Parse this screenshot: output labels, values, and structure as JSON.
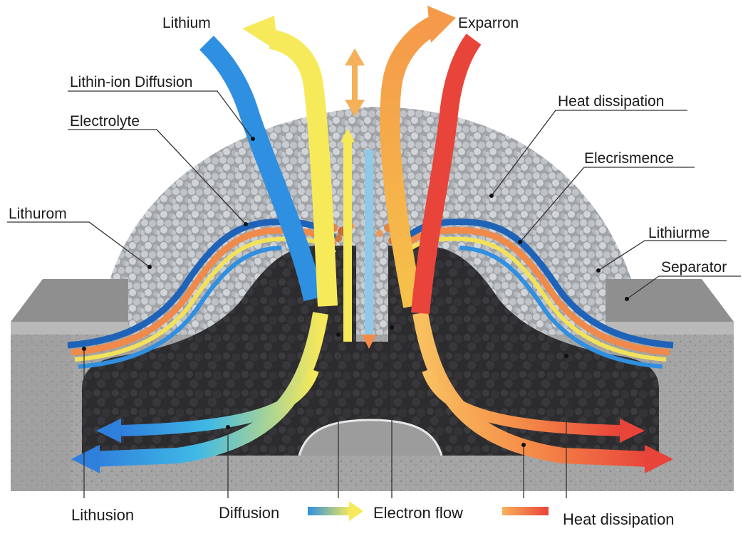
{
  "labels": {
    "top_left_lithium": "Lithium",
    "top_right_exparron": "Exparron",
    "lithin_ion_diffusion": "Lithin-ion Diffusion",
    "electrolyte": "Electrolyte",
    "lithurom": "Lithurom",
    "heat_dissipation_top": "Heat dissipation",
    "elecrismence": "Elecrismence",
    "lithiurme": "Lithiurme",
    "separator": "Separator"
  },
  "legend": {
    "lithusion": "Lithusion",
    "diffusion": "Diffusion",
    "electron_flow": "Electron flow",
    "heat_dissipation": "Heat dissipation"
  },
  "colors": {
    "lithium_blue": "#2f8fe0",
    "diffusion_yellow": "#f7ea5a",
    "electron_orange": "#f7a04a",
    "heat_red": "#e8443a",
    "particle_gray": "#b9bcc0",
    "concrete": "#9a9a9a",
    "cavity": "#2b2b2d"
  }
}
